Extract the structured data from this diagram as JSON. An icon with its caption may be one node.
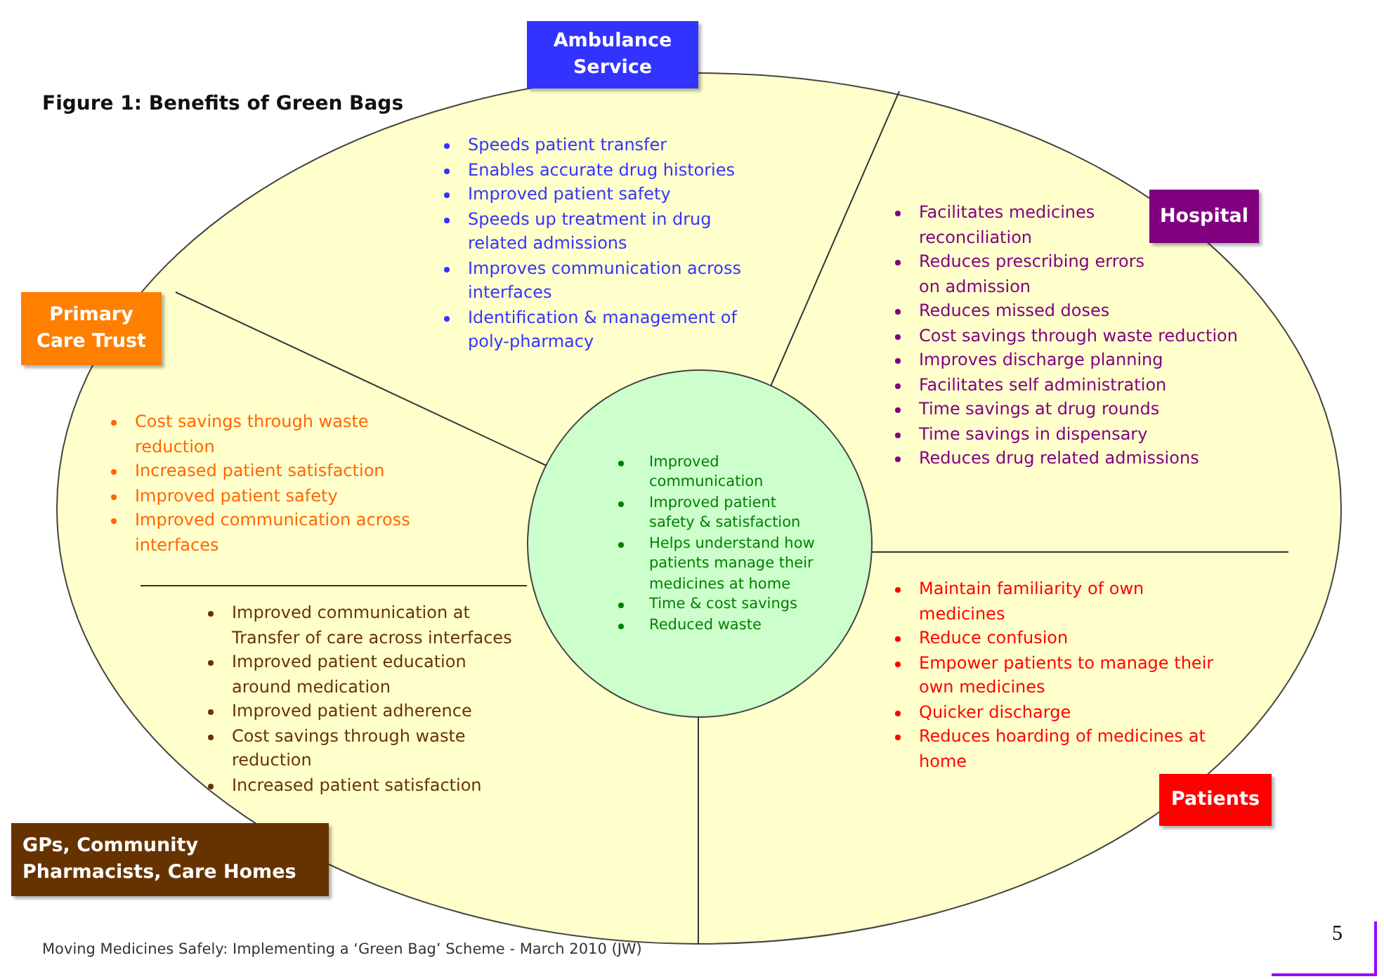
{
  "diagram": {
    "title": "Figure 1: Benefits of Green Bags",
    "nodes": [
      {
        "text": [],
        "shape": "ellipse"
      },
      {
        "text": [
          "Improved communication",
          "Improved patient safety & satisfaction",
          "Helps understand how patients manage their medicines at home",
          "Time & cost savings",
          "Reduced waste"
        ],
        "in": 0
      },
      {
        "text": [
          "Ambulance Service"
        ],
        "beside": [
          "Speeds patient transfer",
          "Enables accurate drug histories",
          "Improved patient safety",
          "Speeds up treatment in drug related admissions",
          "Improves communication across interfaces",
          "Identification & management of poly-pharmacy"
        ]
      },
      {
        "text": [
          "Hospital"
        ],
        "beside": [
          "Facilitates medicines reconciliation",
          "Reduces prescribing errors on admission",
          "Reduces missed doses",
          "Cost savings through waste reduction",
          "Improves discharge planning",
          "Facilitates self administration",
          "Time savings at drug rounds",
          "Time savings in dispensary",
          "Reduces drug related admissions"
        ]
      },
      {
        "text": [
          "Primary Care Trust"
        ],
        "beside": [
          "Cost savings through waste reduction",
          "Increased patient satisfaction",
          "Improved patient safety",
          "Improved communication across interfaces"
        ]
      },
      {
        "text": [
          "Patients"
        ],
        "beside": [
          "Maintain familiarity of own medicines",
          "Reduce confusion",
          "Empower patients to manage their own medicines",
          "Quicker discharge",
          "Reduces hoarding of medicines at home"
        ]
      },
      {
        "text": [
          "GPs, Community Pharmacists, Care Homes"
        ],
        "beside": [
          "Improved communication at Transfer of care across interfaces",
          "Improved patient education around medication",
          "Improved patient adherence",
          "Cost savings through waste reduction",
          "Increased patient satisfaction"
        ]
      }
    ],
    "labels": [
      "Moving Medicines Safely: Implementing a ‘Green Bag’ Scheme - March 2010 (JW)",
      "5"
    ]
  }
}
